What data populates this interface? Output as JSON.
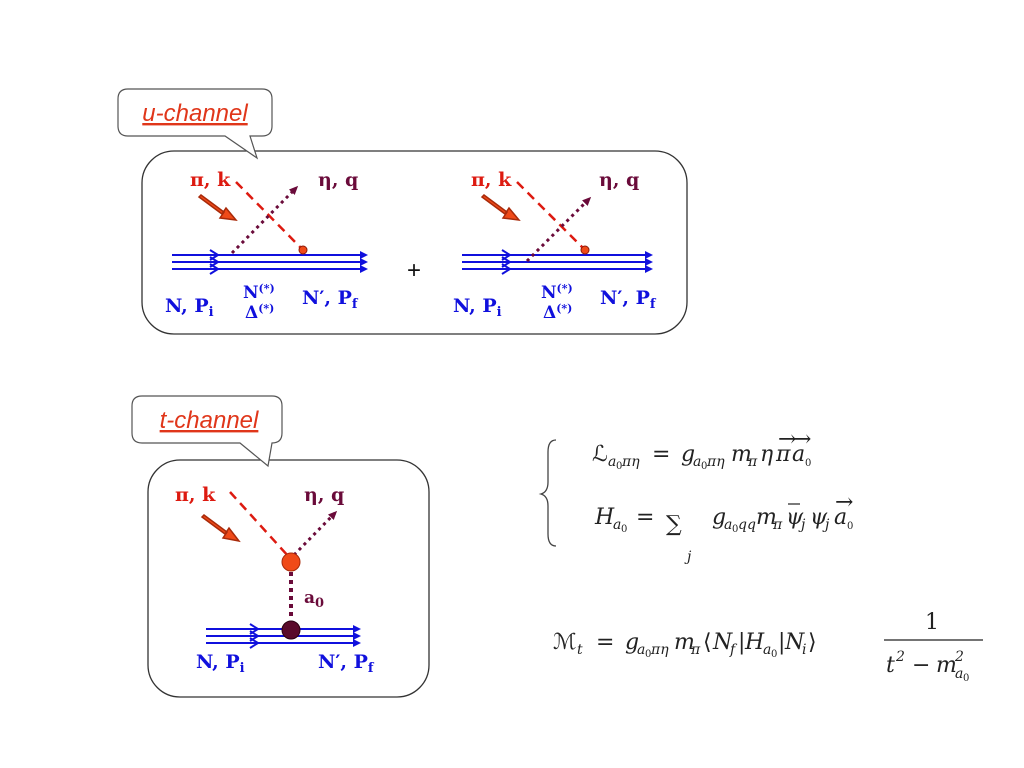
{
  "u_channel": {
    "callout": "u-channel",
    "plus": "+",
    "left": {
      "pion_pi": "π",
      "pion_k": ", k",
      "eta": "η, q",
      "N_initial": "N, P",
      "N_initial_sub": "i",
      "N_star": "N",
      "N_star_sup": "(*)",
      "Delta_star": "Δ",
      "Delta_star_sup": "(*)",
      "N_final": "N′, P",
      "N_final_sub": "f"
    },
    "right": {
      "pion_pi": "π",
      "pion_k": ", k",
      "eta": "η, q",
      "N_initial": "N, P",
      "N_initial_sub": "i",
      "N_star": "N",
      "N_star_sup": "(*)",
      "Delta_star": "Δ",
      "Delta_star_sup": "(*)",
      "N_final": "N′, P",
      "N_final_sub": "f"
    }
  },
  "t_channel": {
    "callout": "t-channel",
    "pion_pi": "π",
    "pion_k": ", k",
    "eta": "η, q",
    "a0": "a",
    "a0_sub": "0",
    "N_initial": "N, P",
    "N_initial_sub": "i",
    "N_final": "N′, P",
    "N_final_sub": "f"
  },
  "equations": {
    "lagrangian": {
      "L": "ℒ",
      "L_sub": "a",
      "L_subsub": "0",
      "L_sub2": "πη",
      "eq": "=",
      "g": "g",
      "g_sub": "a",
      "g_subsub": "0",
      "g_sub2": "πη",
      "m": "m",
      "m_sub": "π",
      "rest": "η",
      "pi_vec": "π",
      "a_vec": "a",
      "a_vec_sub": "0"
    },
    "hamiltonian": {
      "H": "H",
      "H_sub": "a",
      "H_subsub": "0",
      "eq": "=",
      "sum": "∑",
      "sum_index": "j",
      "g": "g",
      "g_sub": "a",
      "g_subsub": "0",
      "g_sub2": "qq",
      "m": "m",
      "m_sub": "π",
      "psibar": "ψ",
      "psibar_sub": "j",
      "psi": "ψ",
      "psi_sub": "j",
      "a_vec": "a",
      "a_vec_sub": "0"
    },
    "amplitude": {
      "M": "ℳ",
      "M_sub": "t",
      "eq": "=",
      "g": "g",
      "g_sub": "a",
      "g_subsub": "0",
      "g_sub2": "πη",
      "m": "m",
      "m_sub": "π",
      "bracket_open": "⟨",
      "Nf": "N",
      "Nf_sub": "f",
      "bar1": "|",
      "Hmid": "H",
      "Hmid_sub": "a",
      "Hmid_subsub": "0",
      "bar2": "|",
      "Ni": "N",
      "Ni_sub": "i",
      "bracket_close": "⟩",
      "numerator": "1",
      "den_t": "t",
      "den_t_sup": "2",
      "den_minus": "−",
      "den_m": "m",
      "den_m_sup": "2",
      "den_m_sub": "a",
      "den_m_subsub": "0"
    }
  },
  "colors": {
    "nucleon": "#1010dd",
    "pion": "#dd1a10",
    "eta": "#6a0b3a",
    "arrow_fill": "#f04a18",
    "vertex": "#f04a18",
    "a0_vertex": "#5a0a2a",
    "callout_text": "#e0361a",
    "box_stroke": "#333333"
  }
}
